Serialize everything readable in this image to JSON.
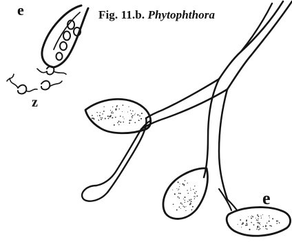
{
  "figure": {
    "caption_prefix": "Fig. 11.b.",
    "caption_genus": "Phytophthora"
  },
  "labels": {
    "sporangium_top": "e",
    "zoospore": "z",
    "sporangium_bottom": "e"
  },
  "colors": {
    "ink": "#141414",
    "background": "#ffffff"
  }
}
